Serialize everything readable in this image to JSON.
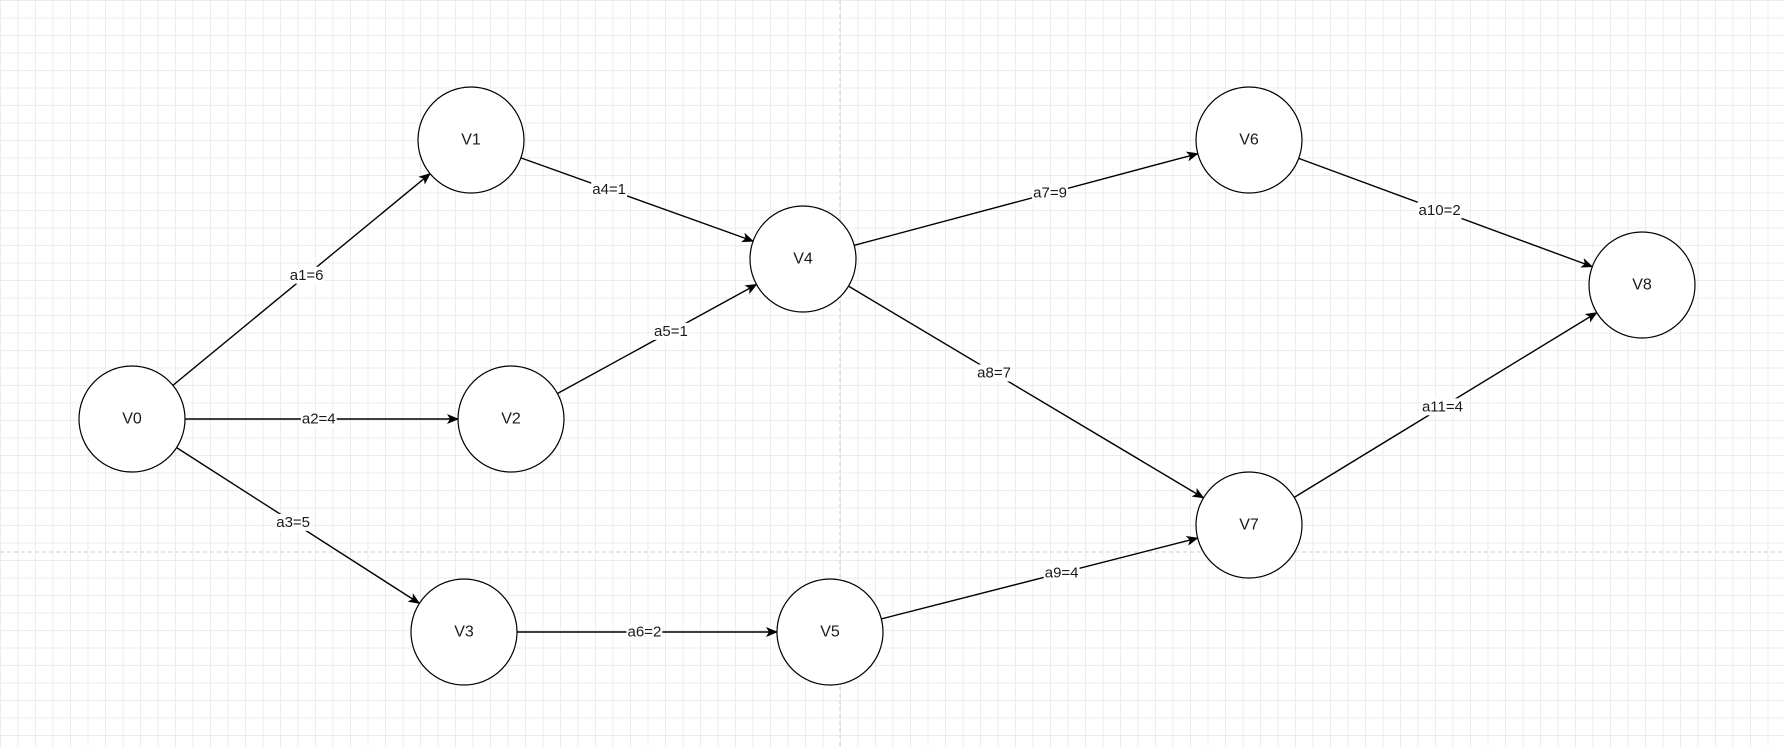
{
  "nodes": [
    {
      "id": "V0",
      "label": "V0"
    },
    {
      "id": "V1",
      "label": "V1"
    },
    {
      "id": "V2",
      "label": "V2"
    },
    {
      "id": "V3",
      "label": "V3"
    },
    {
      "id": "V4",
      "label": "V4"
    },
    {
      "id": "V5",
      "label": "V5"
    },
    {
      "id": "V6",
      "label": "V6"
    },
    {
      "id": "V7",
      "label": "V7"
    },
    {
      "id": "V8",
      "label": "V8"
    }
  ],
  "edges": [
    {
      "id": "a1",
      "from": "V0",
      "to": "V1",
      "label": "a1=6"
    },
    {
      "id": "a2",
      "from": "V0",
      "to": "V2",
      "label": "a2=4"
    },
    {
      "id": "a3",
      "from": "V0",
      "to": "V3",
      "label": "a3=5"
    },
    {
      "id": "a4",
      "from": "V1",
      "to": "V4",
      "label": "a4=1"
    },
    {
      "id": "a5",
      "from": "V2",
      "to": "V4",
      "label": "a5=1"
    },
    {
      "id": "a6",
      "from": "V3",
      "to": "V5",
      "label": "a6=2"
    },
    {
      "id": "a7",
      "from": "V4",
      "to": "V6",
      "label": "a7=9"
    },
    {
      "id": "a8",
      "from": "V4",
      "to": "V7",
      "label": "a8=7"
    },
    {
      "id": "a9",
      "from": "V5",
      "to": "V7",
      "label": "a9=4"
    },
    {
      "id": "a10",
      "from": "V6",
      "to": "V8",
      "label": "a10=2"
    },
    {
      "id": "a11",
      "from": "V7",
      "to": "V8",
      "label": "a11=4"
    }
  ]
}
